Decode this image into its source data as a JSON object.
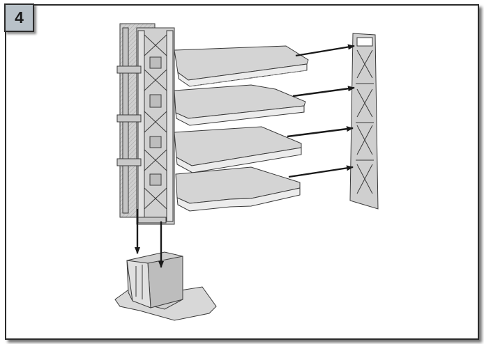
{
  "step": {
    "number": "4",
    "badge_color": "#b8c1c8"
  },
  "diagram": {
    "type": "assembly-instruction",
    "components": [
      {
        "name": "double-frame-post-left",
        "description": "pair of tall truss-style vertical frames"
      },
      {
        "name": "shelf-1",
        "description": "top shelf panel"
      },
      {
        "name": "shelf-2",
        "description": "second shelf panel"
      },
      {
        "name": "shelf-3",
        "description": "third shelf panel"
      },
      {
        "name": "shelf-4",
        "description": "bottom shelf panel"
      },
      {
        "name": "frame-post-right",
        "description": "single tall truss-style vertical frame"
      },
      {
        "name": "base-stand",
        "description": "floor base receiving the left posts"
      }
    ],
    "arrows": [
      {
        "from": "shelf-1",
        "to": "frame-post-right"
      },
      {
        "from": "shelf-2",
        "to": "frame-post-right"
      },
      {
        "from": "shelf-3",
        "to": "frame-post-right"
      },
      {
        "from": "shelf-4",
        "to": "frame-post-right"
      },
      {
        "from": "double-frame-post-left",
        "to": "base-stand"
      },
      {
        "from": "double-frame-post-left",
        "to": "base-stand"
      }
    ],
    "colors": {
      "part_fill": "#d4d4d4",
      "part_shade": "#b9b9b9",
      "outline": "#3a3a3a",
      "arrow": "#1a1a1a",
      "border": "#2b2b2b"
    }
  }
}
